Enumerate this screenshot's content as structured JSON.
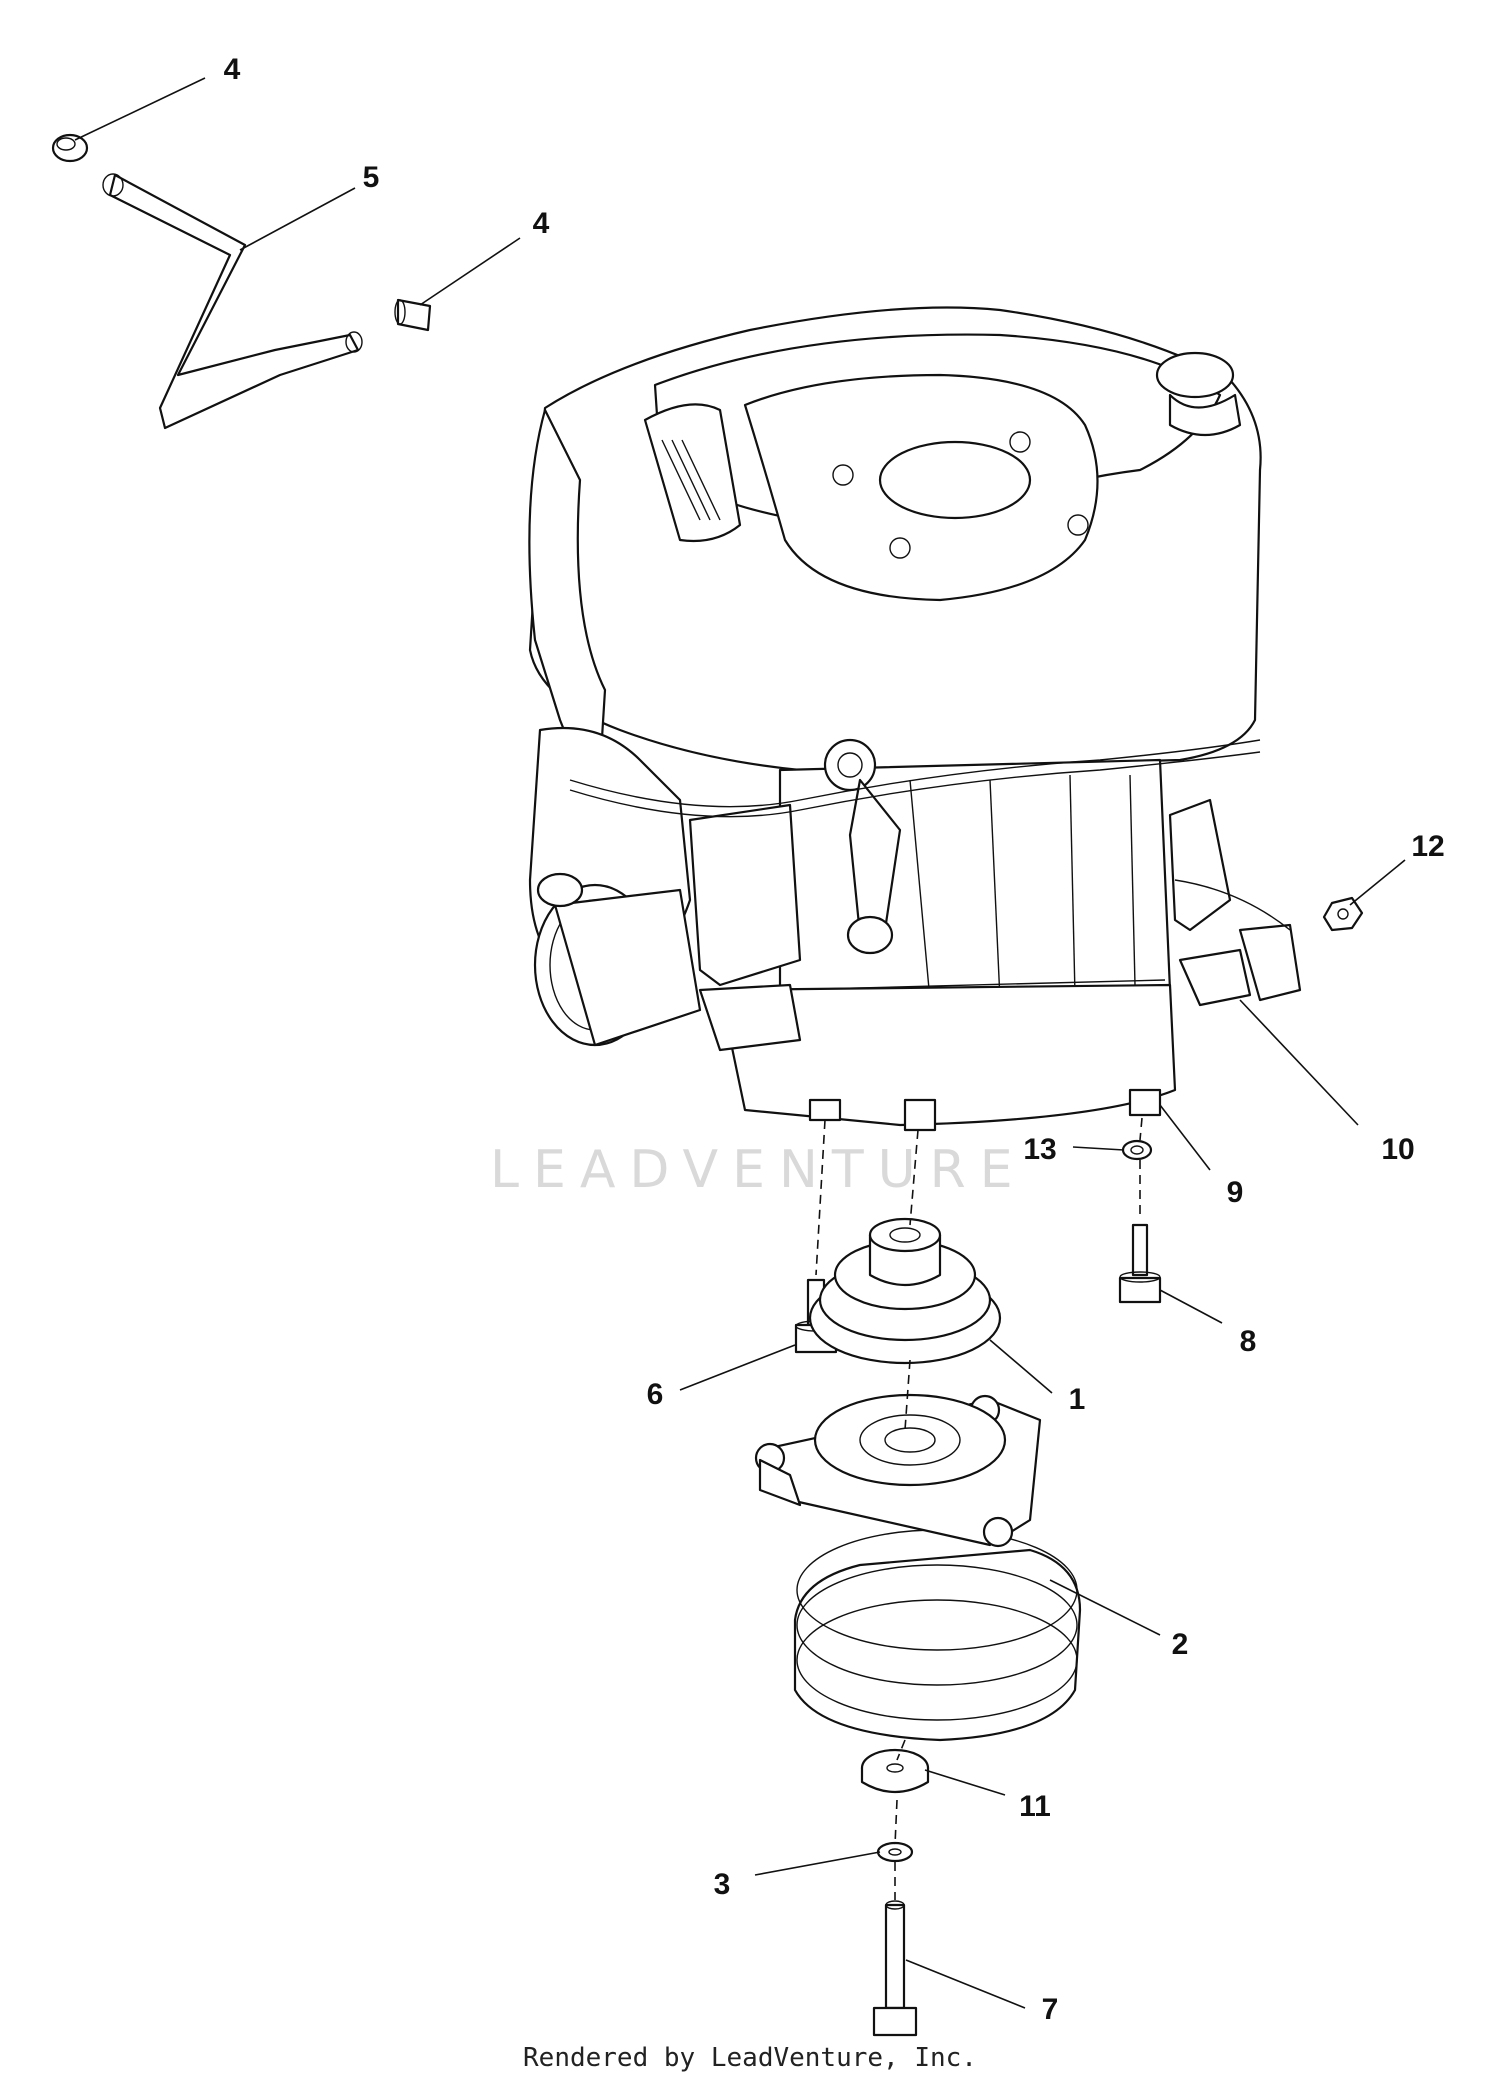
{
  "callouts": [
    {
      "id": "c4a",
      "label": "4"
    },
    {
      "id": "c5",
      "label": "5"
    },
    {
      "id": "c4b",
      "label": "4"
    },
    {
      "id": "c12",
      "label": "12"
    },
    {
      "id": "c10",
      "label": "10"
    },
    {
      "id": "c13",
      "label": "13"
    },
    {
      "id": "c9",
      "label": "9"
    },
    {
      "id": "c8",
      "label": "8"
    },
    {
      "id": "c6",
      "label": "6"
    },
    {
      "id": "c1",
      "label": "1"
    },
    {
      "id": "c2",
      "label": "2"
    },
    {
      "id": "c11",
      "label": "11"
    },
    {
      "id": "c3",
      "label": "3"
    },
    {
      "id": "c7",
      "label": "7"
    }
  ],
  "watermark": "LEADVENTURE",
  "footer": "Rendered by LeadVenture, Inc."
}
